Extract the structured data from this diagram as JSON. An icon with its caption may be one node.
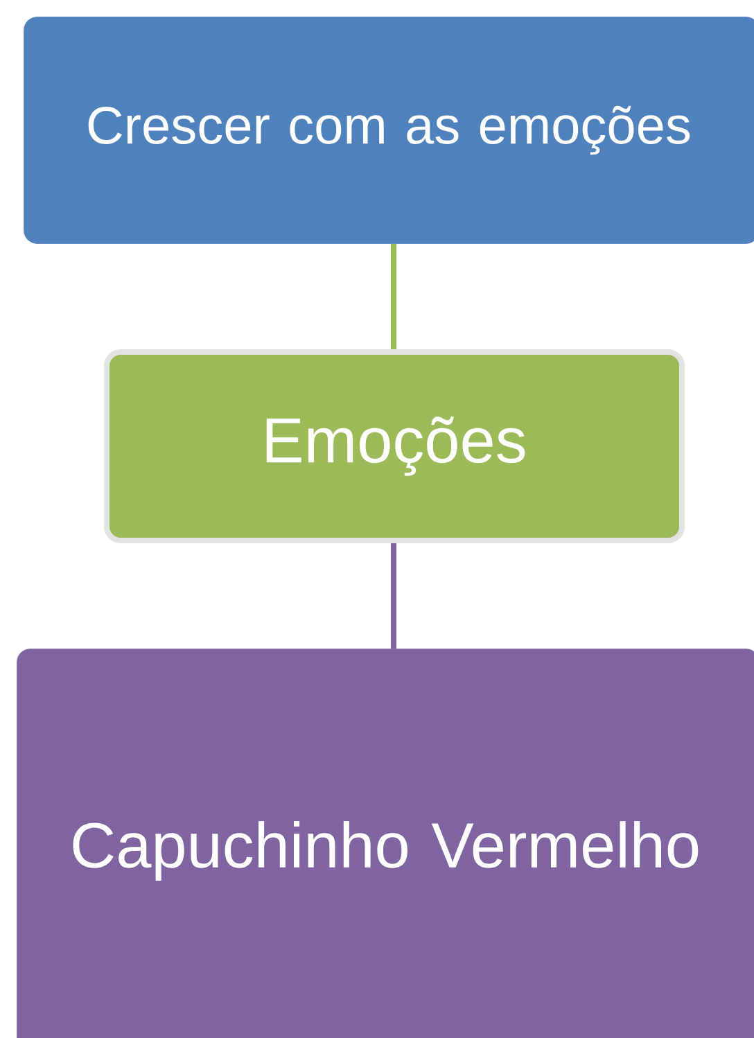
{
  "diagram": {
    "nodes": [
      {
        "text": [
          "Crescer com as emoções"
        ]
      },
      {
        "text": [
          "Emoções"
        ]
      },
      {
        "text": [
          "Capuchinho Vermelho"
        ]
      }
    ],
    "edges": [
      {
        "from": 0,
        "to": 1,
        "arrow": "none",
        "color": "#9bbb59"
      },
      {
        "from": 1,
        "to": 2,
        "arrow": "none",
        "color": "#8064a2"
      }
    ]
  }
}
